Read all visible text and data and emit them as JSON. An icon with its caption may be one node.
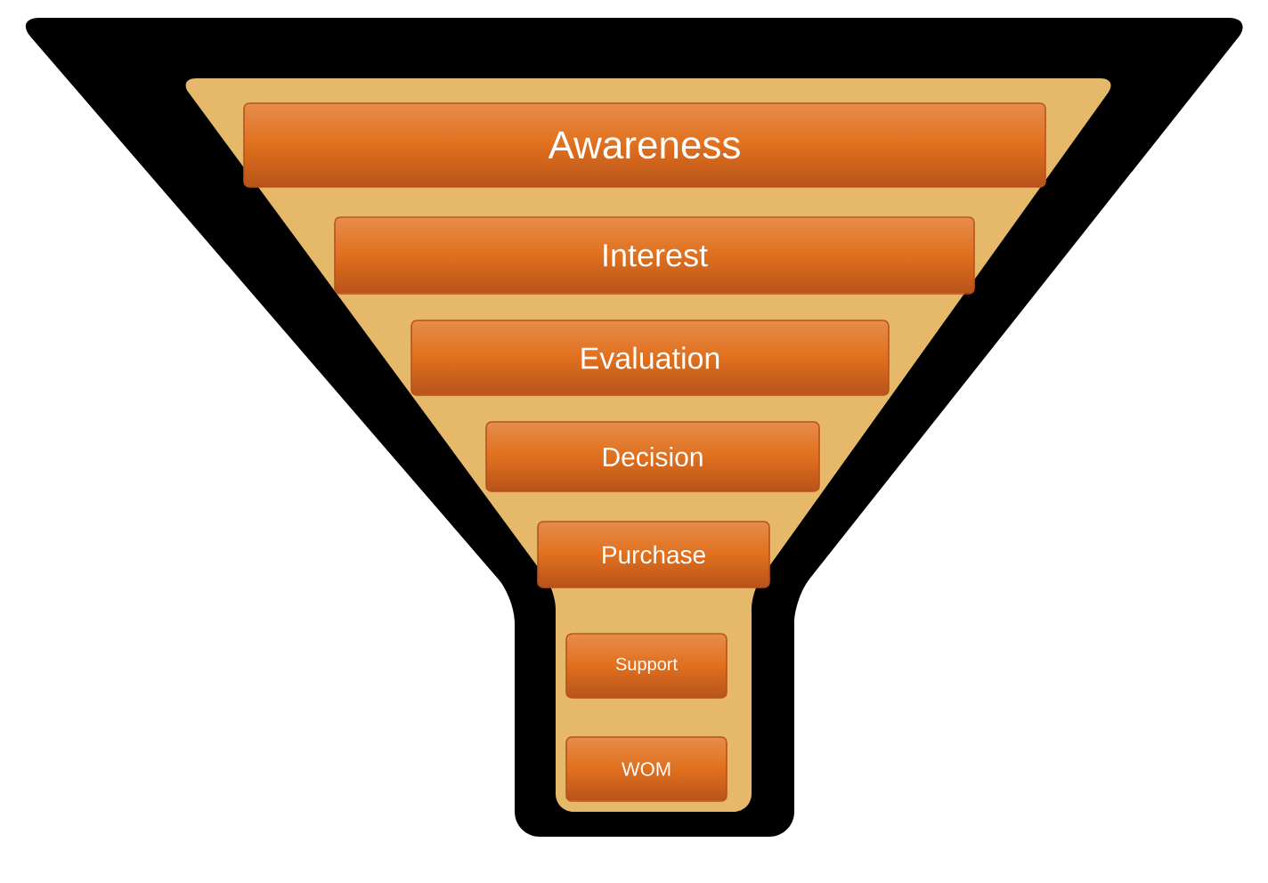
{
  "diagram": {
    "nodes": [
      {
        "text": [
          "Awareness"
        ]
      },
      {
        "text": [
          "Interest"
        ]
      },
      {
        "text": [
          "Evaluation"
        ]
      },
      {
        "text": [
          "Decision"
        ]
      },
      {
        "text": [
          "Purchase"
        ]
      },
      {
        "text": [
          "Support"
        ]
      },
      {
        "text": [
          "WOM"
        ]
      }
    ]
  }
}
